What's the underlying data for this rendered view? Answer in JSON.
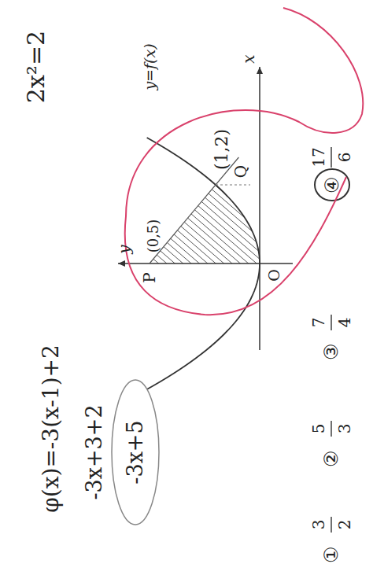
{
  "diagram": {
    "labels": [
      "2x²=2",
      "φ(x)=-3(x-1)+2",
      "-3x+3+2",
      "-3x+5",
      "y",
      "P",
      "(0,5)",
      "O",
      "Q",
      "(1,2)",
      "y=f(x)",
      "x",
      "①",
      "3",
      "2",
      "②",
      "5",
      "3",
      "③",
      "7",
      "4",
      "④",
      "17",
      "6"
    ]
  }
}
